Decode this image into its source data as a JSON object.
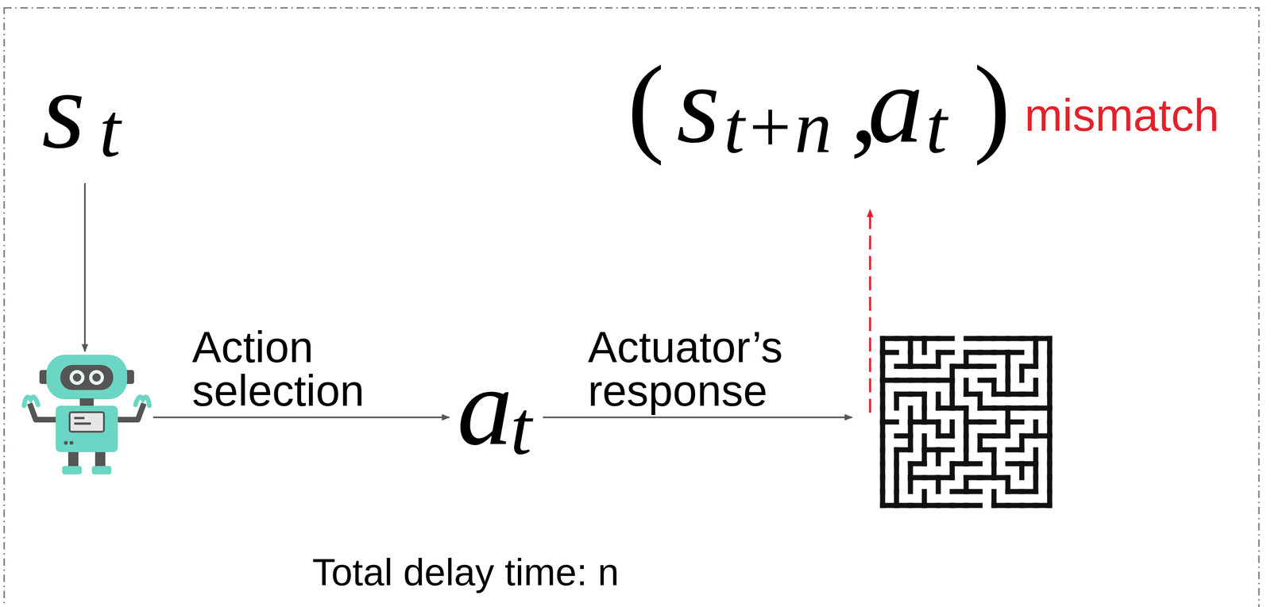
{
  "diagram": {
    "labels": [
      "s",
      "t",
      "(",
      "s",
      "t+n",
      ",",
      "a",
      "t",
      ")",
      "mismatch",
      "Action selection",
      "a",
      "t",
      "Actuator’s response",
      "Total delay time: n"
    ]
  }
}
